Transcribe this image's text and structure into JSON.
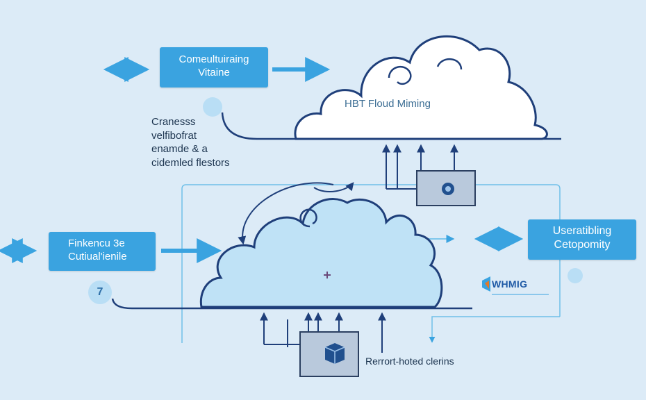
{
  "boxes": {
    "top": {
      "line1": "Comeultuiraing",
      "line2": "Vitaine"
    },
    "left": {
      "line1": "Finkencu 3e",
      "line2": "Cutiual'ienile"
    },
    "right": {
      "line1": "Useratibling",
      "line2": "Cetopomity"
    }
  },
  "note": {
    "lines": [
      "Cranesss",
      "velfibofrat",
      "enamde & a",
      "cidemled flestors"
    ]
  },
  "clouds": {
    "top_label": "HBT Floud Miming",
    "bottom_label": "Rerrort-hoted clerins"
  },
  "badges": {
    "left_number": "7"
  },
  "logo": {
    "text": "WHMIG"
  },
  "colors": {
    "background": "#dcebf7",
    "box": "#3aa3e0",
    "line": "#1f3f7a",
    "arrow": "#3aa3e0",
    "cloud_fill_top": "#ffffff",
    "cloud_fill_bottom": "#bfe2f6"
  },
  "icons": [
    "double-arrow-icon",
    "right-arrow-icon",
    "server-icon",
    "circular-arrow-icon",
    "logo-icon",
    "badge-icon"
  ]
}
